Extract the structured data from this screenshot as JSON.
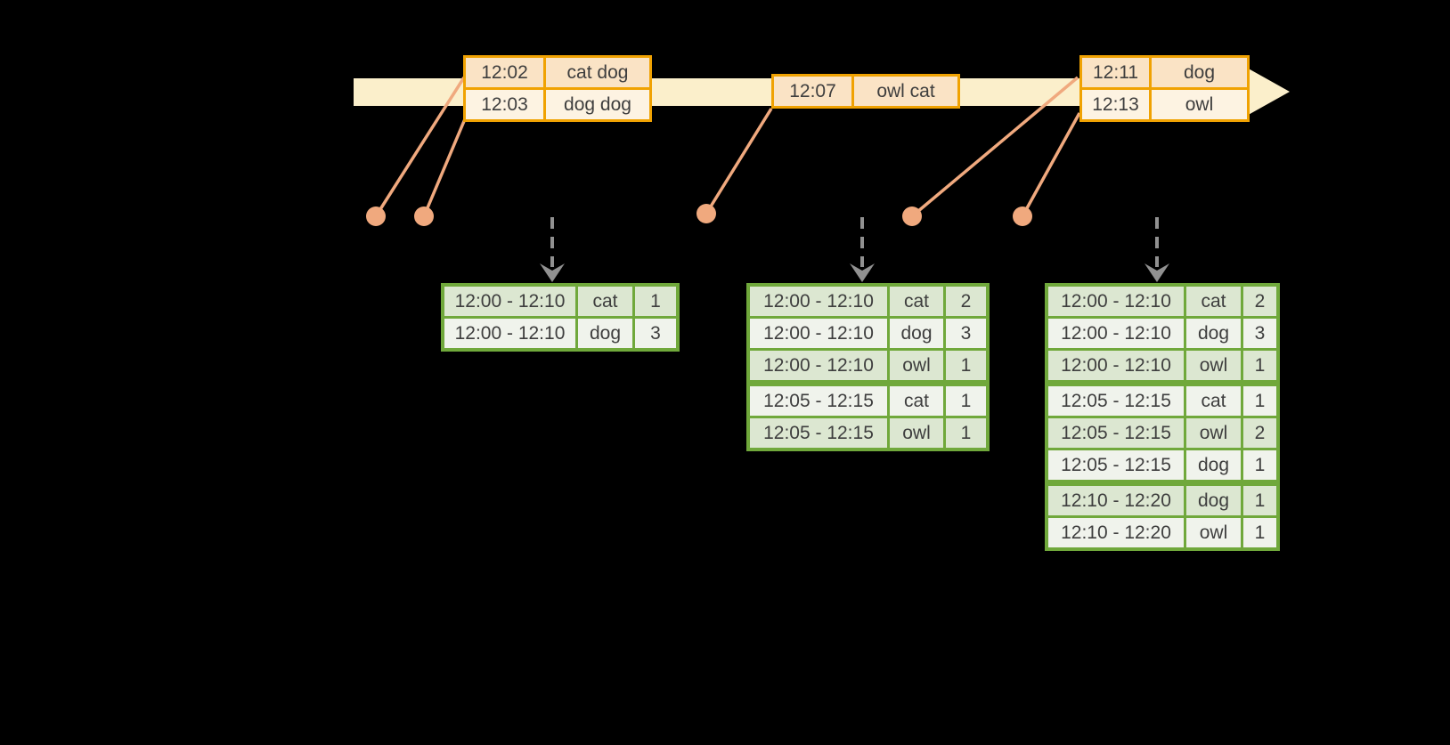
{
  "colors": {
    "background": "#000000",
    "timeline_fill": "#FBEFCB",
    "event_border": "#F0A202",
    "event_row_dark": "#FAE3C5",
    "event_row_light": "#FDF3E2",
    "connector": "#F0A97E",
    "dashed_arrow": "#919191",
    "result_border": "#70A83B",
    "result_row_dark": "#DCE7D1",
    "result_row_light": "#F0F3EC",
    "text": "#3E3E3E"
  },
  "event_boxes": [
    {
      "rows": [
        {
          "time": "12:02",
          "words": "cat dog"
        },
        {
          "time": "12:03",
          "words": "dog dog"
        }
      ]
    },
    {
      "rows": [
        {
          "time": "12:07",
          "words": "owl cat"
        }
      ]
    },
    {
      "rows": [
        {
          "time": "12:11",
          "words": "dog"
        },
        {
          "time": "12:13",
          "words": "owl"
        }
      ]
    }
  ],
  "result_tables": [
    {
      "rows": [
        {
          "window": "12:00 - 12:10",
          "word": "cat",
          "count": "1"
        },
        {
          "window": "12:00 - 12:10",
          "word": "dog",
          "count": "3"
        }
      ]
    },
    {
      "rows": [
        {
          "window": "12:00 - 12:10",
          "word": "cat",
          "count": "2"
        },
        {
          "window": "12:00 - 12:10",
          "word": "dog",
          "count": "3"
        },
        {
          "window": "12:00 - 12:10",
          "word": "owl",
          "count": "1"
        },
        {
          "window": "12:05 - 12:15",
          "word": "cat",
          "count": "1"
        },
        {
          "window": "12:05 - 12:15",
          "word": "owl",
          "count": "1"
        }
      ]
    },
    {
      "rows": [
        {
          "window": "12:00 - 12:10",
          "word": "cat",
          "count": "2"
        },
        {
          "window": "12:00 - 12:10",
          "word": "dog",
          "count": "3"
        },
        {
          "window": "12:00 - 12:10",
          "word": "owl",
          "count": "1"
        },
        {
          "window": "12:05 - 12:15",
          "word": "cat",
          "count": "1"
        },
        {
          "window": "12:05 - 12:15",
          "word": "owl",
          "count": "2"
        },
        {
          "window": "12:05 - 12:15",
          "word": "dog",
          "count": "1"
        },
        {
          "window": "12:10 - 12:20",
          "word": "dog",
          "count": "1"
        },
        {
          "window": "12:10 - 12:20",
          "word": "owl",
          "count": "1"
        }
      ]
    }
  ]
}
